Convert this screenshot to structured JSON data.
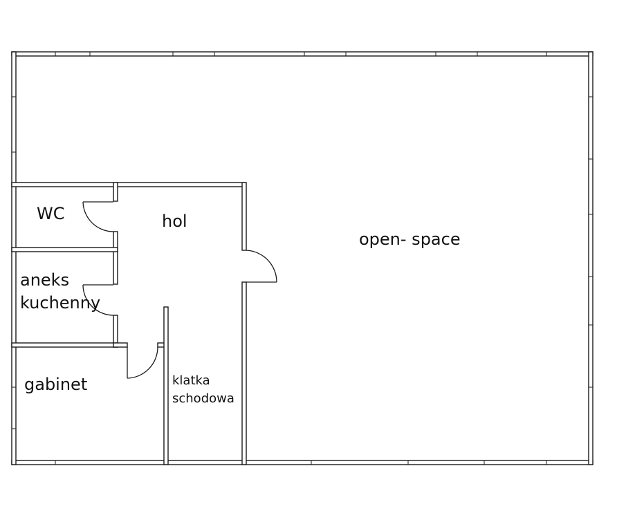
{
  "rooms": {
    "wc": "WC",
    "hol": "hol",
    "open_space": "open- space",
    "aneks_line1": "aneks",
    "aneks_line2": "kuchenny",
    "gabinet": "gabinet",
    "klatka_line1": "klatka",
    "klatka_line2": "schodowa"
  },
  "colors": {
    "wall": "#1a1a1a",
    "background": "#ffffff"
  }
}
